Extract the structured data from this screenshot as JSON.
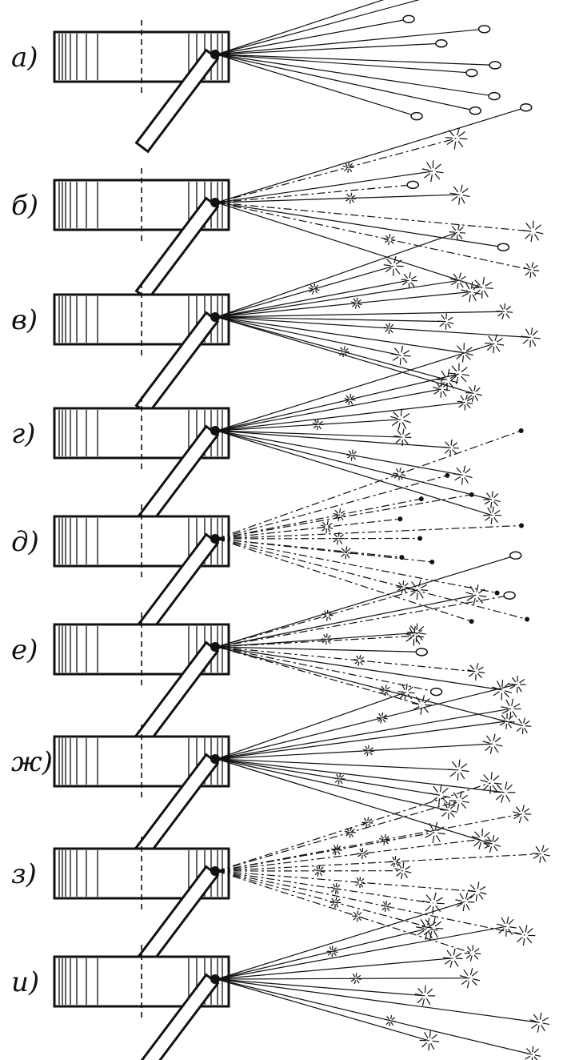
{
  "figure": {
    "panels": [
      {
        "label": "а)",
        "spark_style": "teardrop"
      },
      {
        "label": "б)",
        "spark_style": "mixed"
      },
      {
        "label": "в)",
        "spark_style": "star"
      },
      {
        "label": "г)",
        "spark_style": "star"
      },
      {
        "label": "д)",
        "spark_style": "dot"
      },
      {
        "label": "е)",
        "spark_style": "mixed"
      },
      {
        "label": "ж)",
        "spark_style": "star"
      },
      {
        "label": "з)",
        "spark_style": "burst"
      },
      {
        "label": "и)",
        "spark_style": "star"
      }
    ],
    "colors": {
      "ink": "#111111",
      "paper": "#ffffff"
    }
  }
}
